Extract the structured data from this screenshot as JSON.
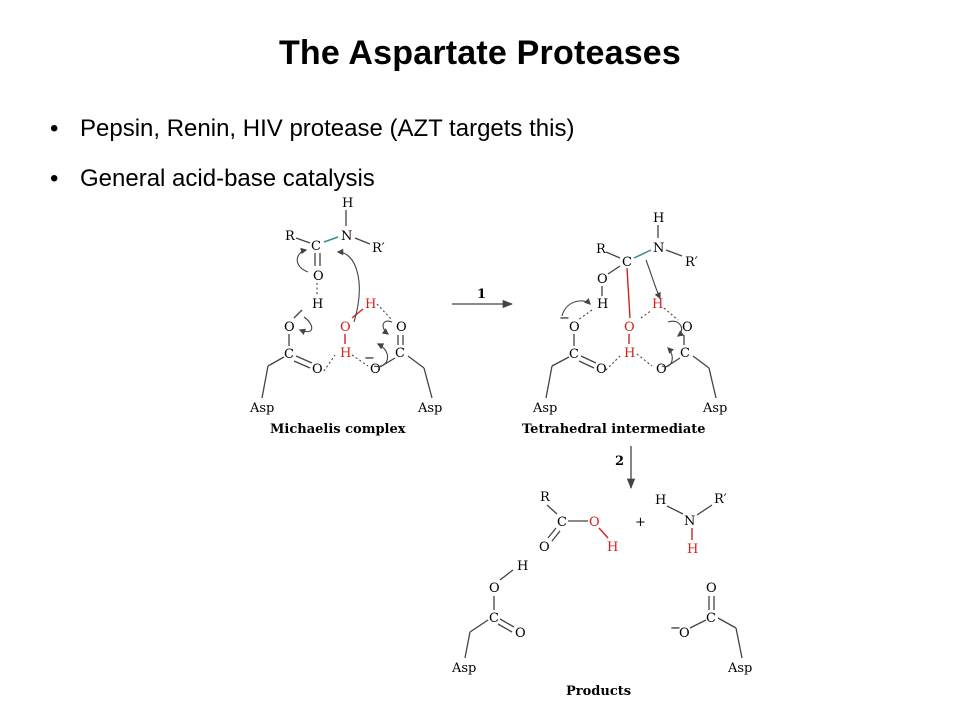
{
  "slide": {
    "title": "The Aspartate Proteases",
    "bullets": [
      "Pepsin, Renin, HIV protease (AZT targets this)",
      "General acid-base catalysis"
    ],
    "bullet_glyph": "•"
  },
  "scheme": {
    "labels": {
      "step1": "1",
      "step2": "2",
      "michaelis": "Michaelis complex",
      "tetrahedral": "Tetrahedral intermediate",
      "products": "Products"
    },
    "atoms": {
      "H": "H",
      "N": "N",
      "R": "R",
      "Rp": "R′",
      "C": "C",
      "O": "O",
      "Asp": "Asp",
      "minus": "−",
      "plus": "+"
    },
    "colors": {
      "highlight": "#d62020",
      "substrate_bond": "#2f8f8f"
    }
  }
}
